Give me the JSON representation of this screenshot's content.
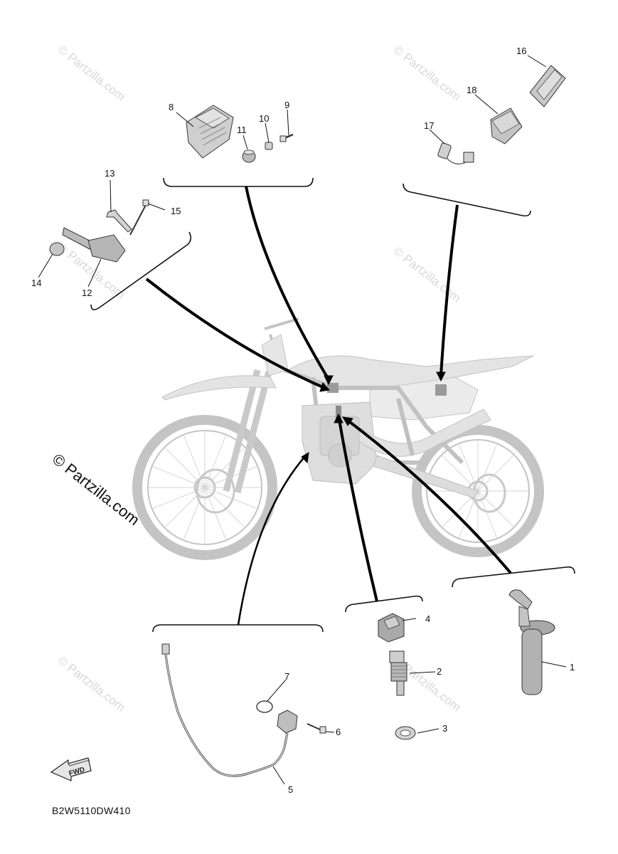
{
  "callouts": [
    "1",
    "2",
    "3",
    "4",
    "5",
    "6",
    "7",
    "8",
    "9",
    "10",
    "11",
    "12",
    "13",
    "14",
    "15",
    "16",
    "17",
    "18"
  ],
  "watermark": {
    "text": "© Partzilla.com"
  },
  "drawing_code": "B2W5110DW410",
  "fwd_label": "FWD"
}
